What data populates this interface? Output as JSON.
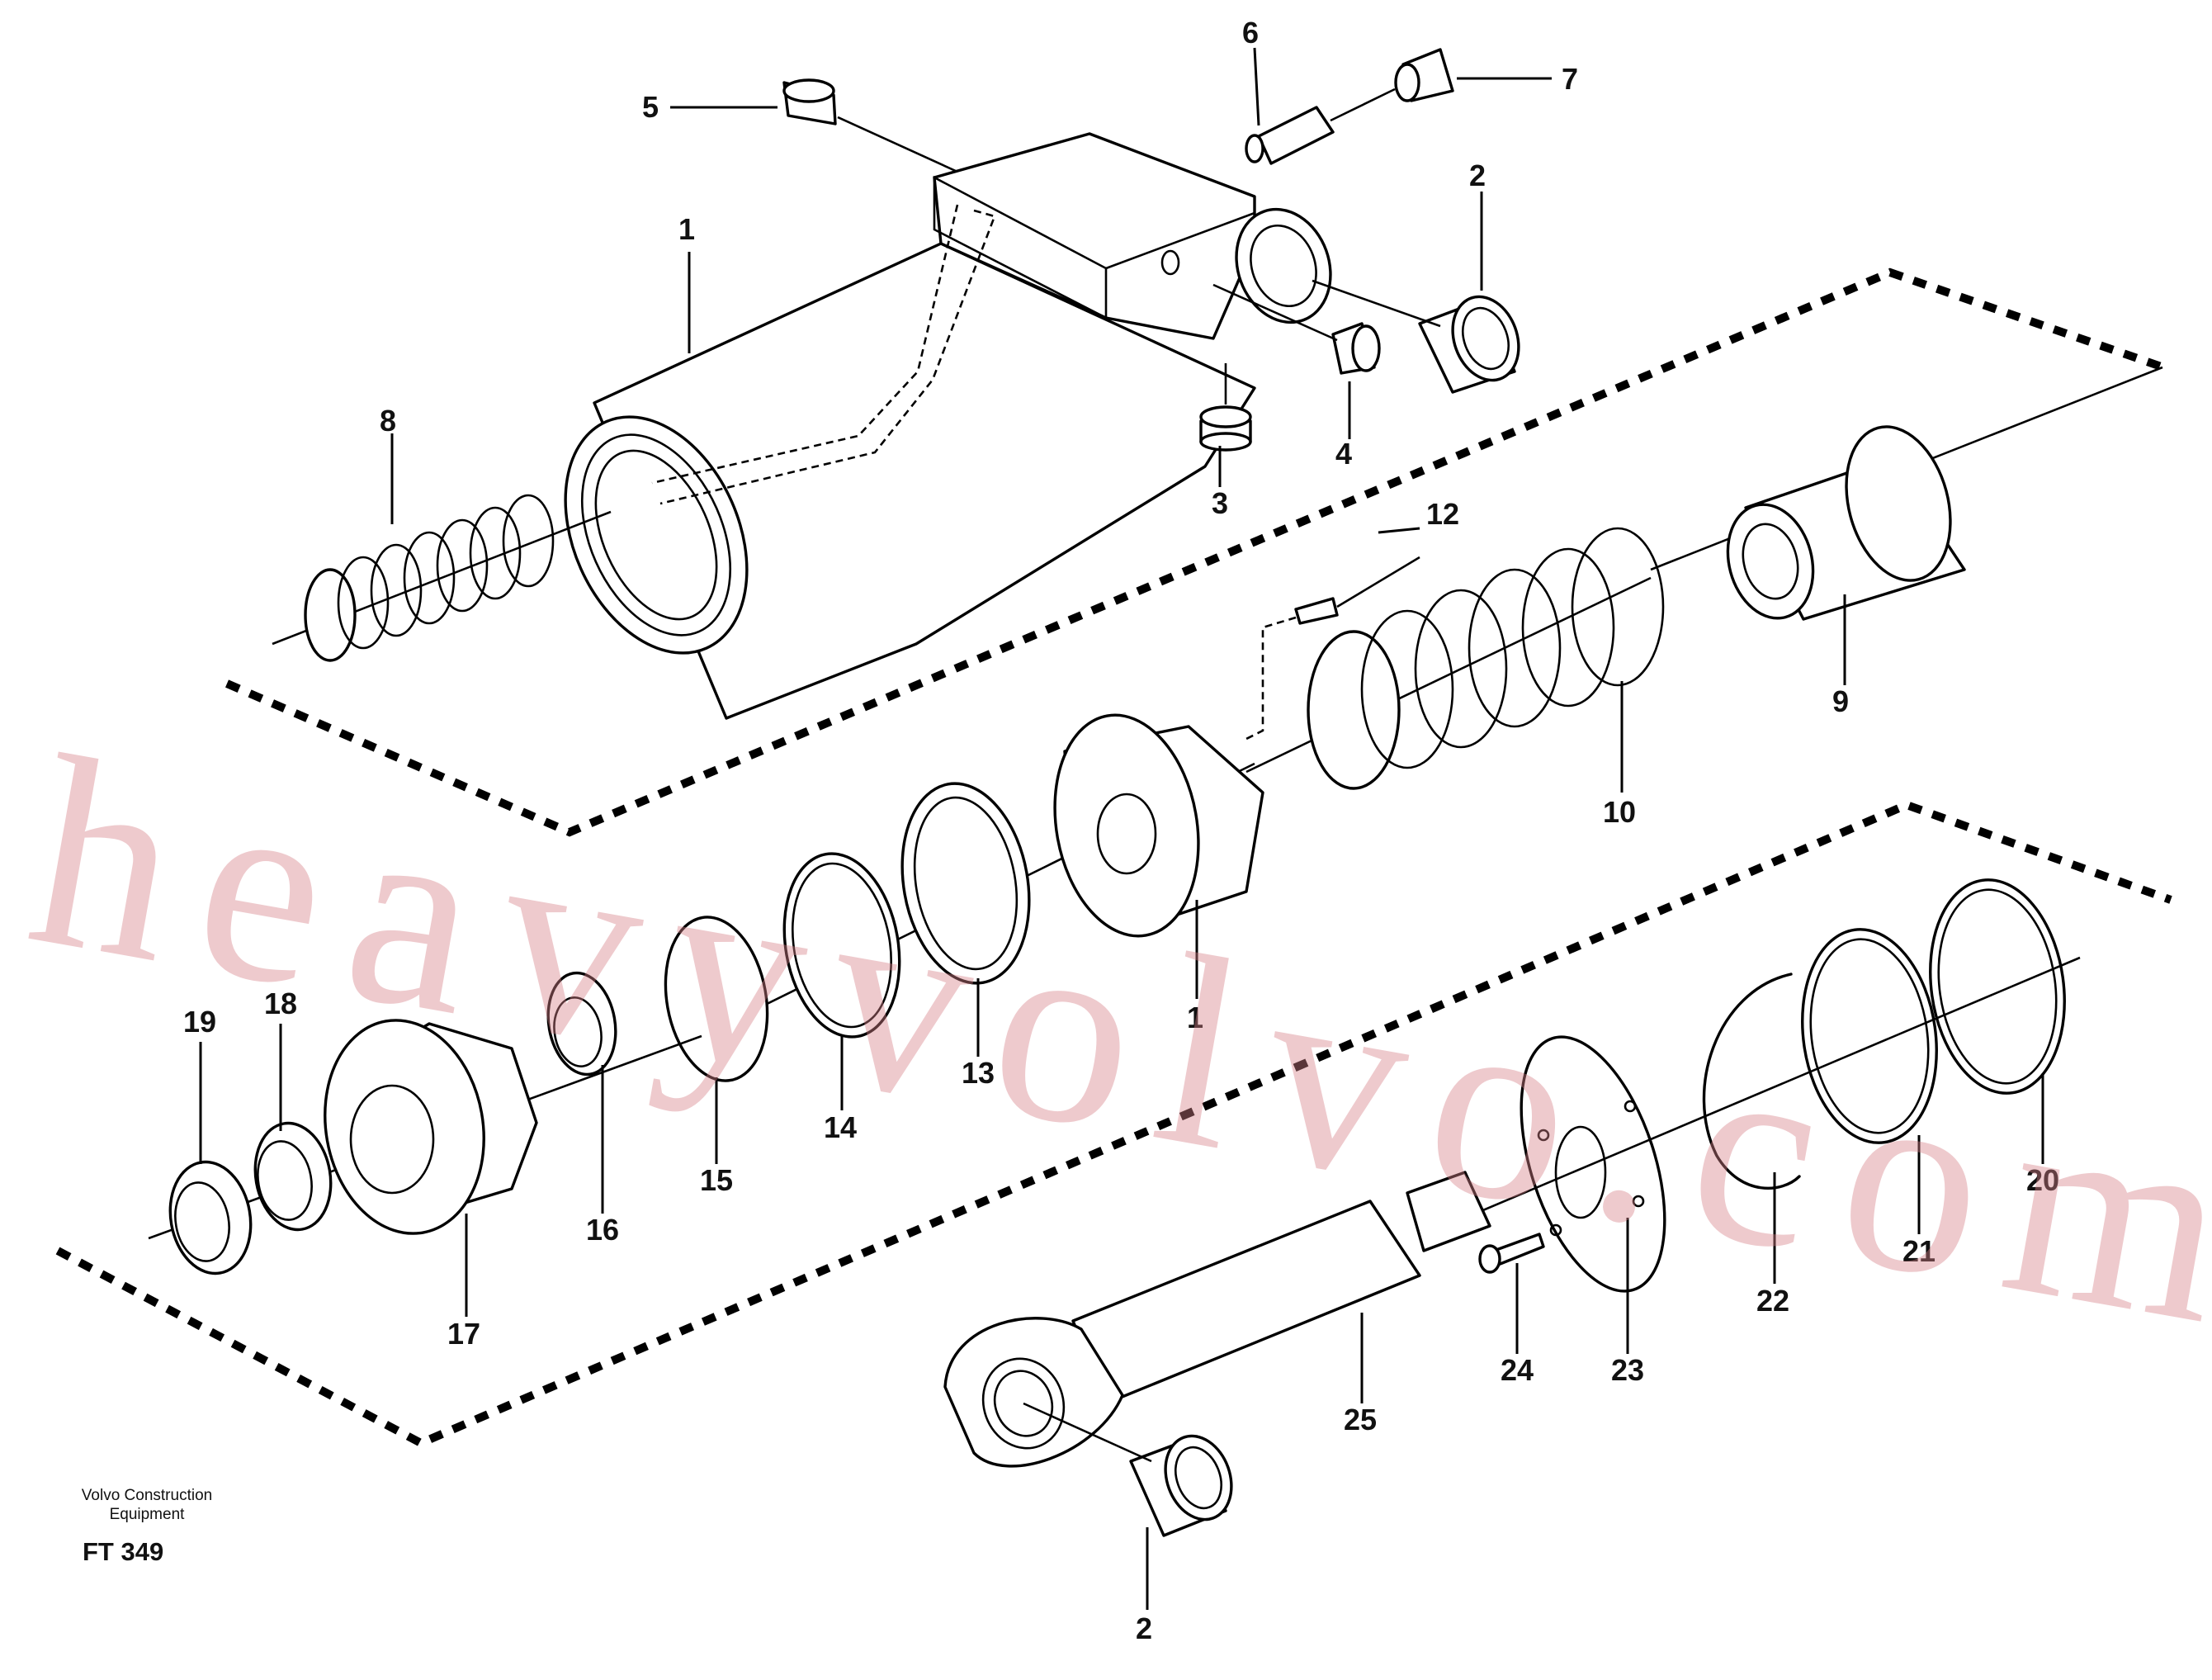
{
  "callouts": {
    "c1a": "1",
    "c1b": "1",
    "c2a": "2",
    "c2b": "2",
    "c3": "3",
    "c4": "4",
    "c5": "5",
    "c6": "6",
    "c7": "7",
    "c8": "8",
    "c9": "9",
    "c10": "10",
    "c12": "12",
    "c13": "13",
    "c14": "14",
    "c15": "15",
    "c16": "16",
    "c17": "17",
    "c18": "18",
    "c19": "19",
    "c20": "20",
    "c21": "21",
    "c22": "22",
    "c23": "23",
    "c24": "24",
    "c25": "25"
  },
  "footer": {
    "line1": "Volvo Construction",
    "line2": "Equipment",
    "figure_code": "FT 349"
  },
  "watermark": "heavyvolvo.com"
}
